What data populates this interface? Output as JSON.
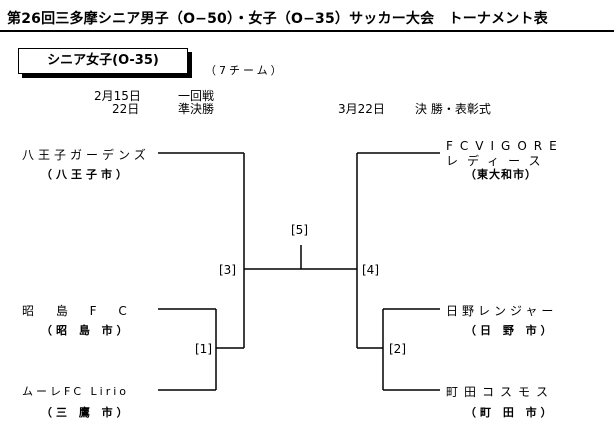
{
  "title": "第26回三多摩シニア男子（O−50）・女子（O−35）サッカー大会　トーナメント表",
  "category": "シニア女子(O-35)",
  "team_count": "（7チーム）",
  "schedule": [
    {
      "date": "2月15日",
      "round": "一回戦"
    },
    {
      "date": "22日",
      "round": "準決勝"
    },
    {
      "date": "3月22日",
      "round": "決 勝・表彰式"
    }
  ],
  "teams": [
    {
      "name": "八王子ガーデンズ",
      "city": "（八王子市）"
    },
    {
      "name": "昭 島 F C",
      "city": "（昭 島 市）"
    },
    {
      "name": "ムーレFC Lirio",
      "city": "（三 鷹 市）"
    },
    {
      "name": "FCVIGORE",
      "name2": "レディース",
      "city": "（東大和市）"
    },
    {
      "name": "日野レンジャー",
      "city": "（日 野 市）"
    },
    {
      "name": "町田コスモス",
      "city": "（町 田 市）"
    }
  ],
  "matches": [
    "[1]",
    "[2]",
    "[3]",
    "[4]",
    "[5]"
  ]
}
